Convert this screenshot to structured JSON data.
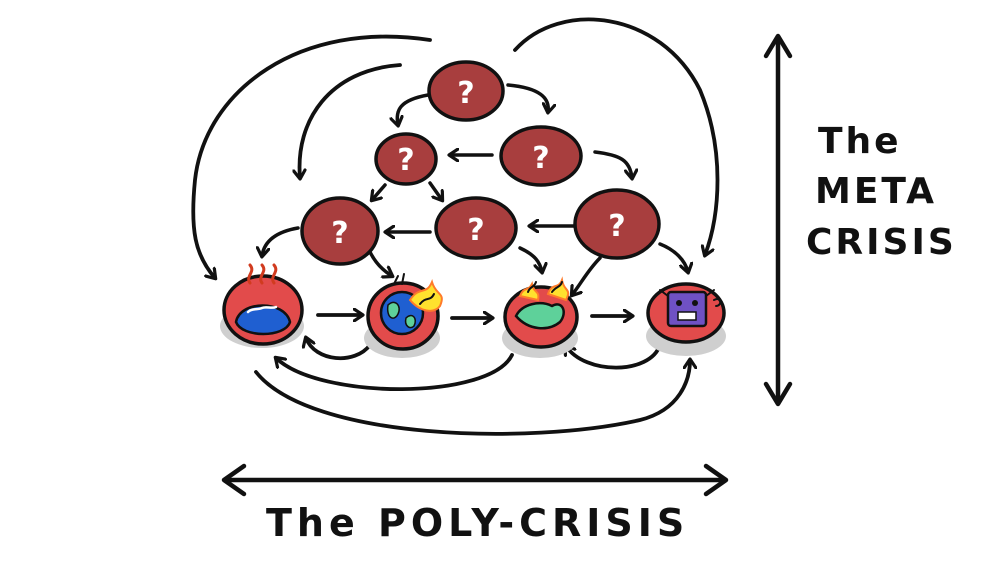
{
  "colors": {
    "ink": "#111111",
    "node_fill": "#a83e3e",
    "node_highlight": "#c35a5a",
    "crisis_fill": "#e24b4b",
    "shadow": "#cfcfcf",
    "water_blue": "#1f5fd1",
    "flame_orange": "#ff7b2a",
    "flame_yellow": "#ffe12e",
    "land_green": "#5ed19a",
    "robot_purple": "#6f51c4"
  },
  "meta_nodes": [
    {
      "mark": "?"
    },
    {
      "mark": "?"
    },
    {
      "mark": "?"
    },
    {
      "mark": "?"
    },
    {
      "mark": "?"
    },
    {
      "mark": "?"
    }
  ],
  "poly_nodes": [
    {
      "icon": "boiling-water-icon"
    },
    {
      "icon": "burning-earth-icon"
    },
    {
      "icon": "flaming-land-icon"
    },
    {
      "icon": "robot-icon"
    }
  ],
  "labels": {
    "meta_line1": "The",
    "meta_line2": "META",
    "meta_line3": "CRISIS",
    "poly": "The POLY-CRISIS"
  }
}
